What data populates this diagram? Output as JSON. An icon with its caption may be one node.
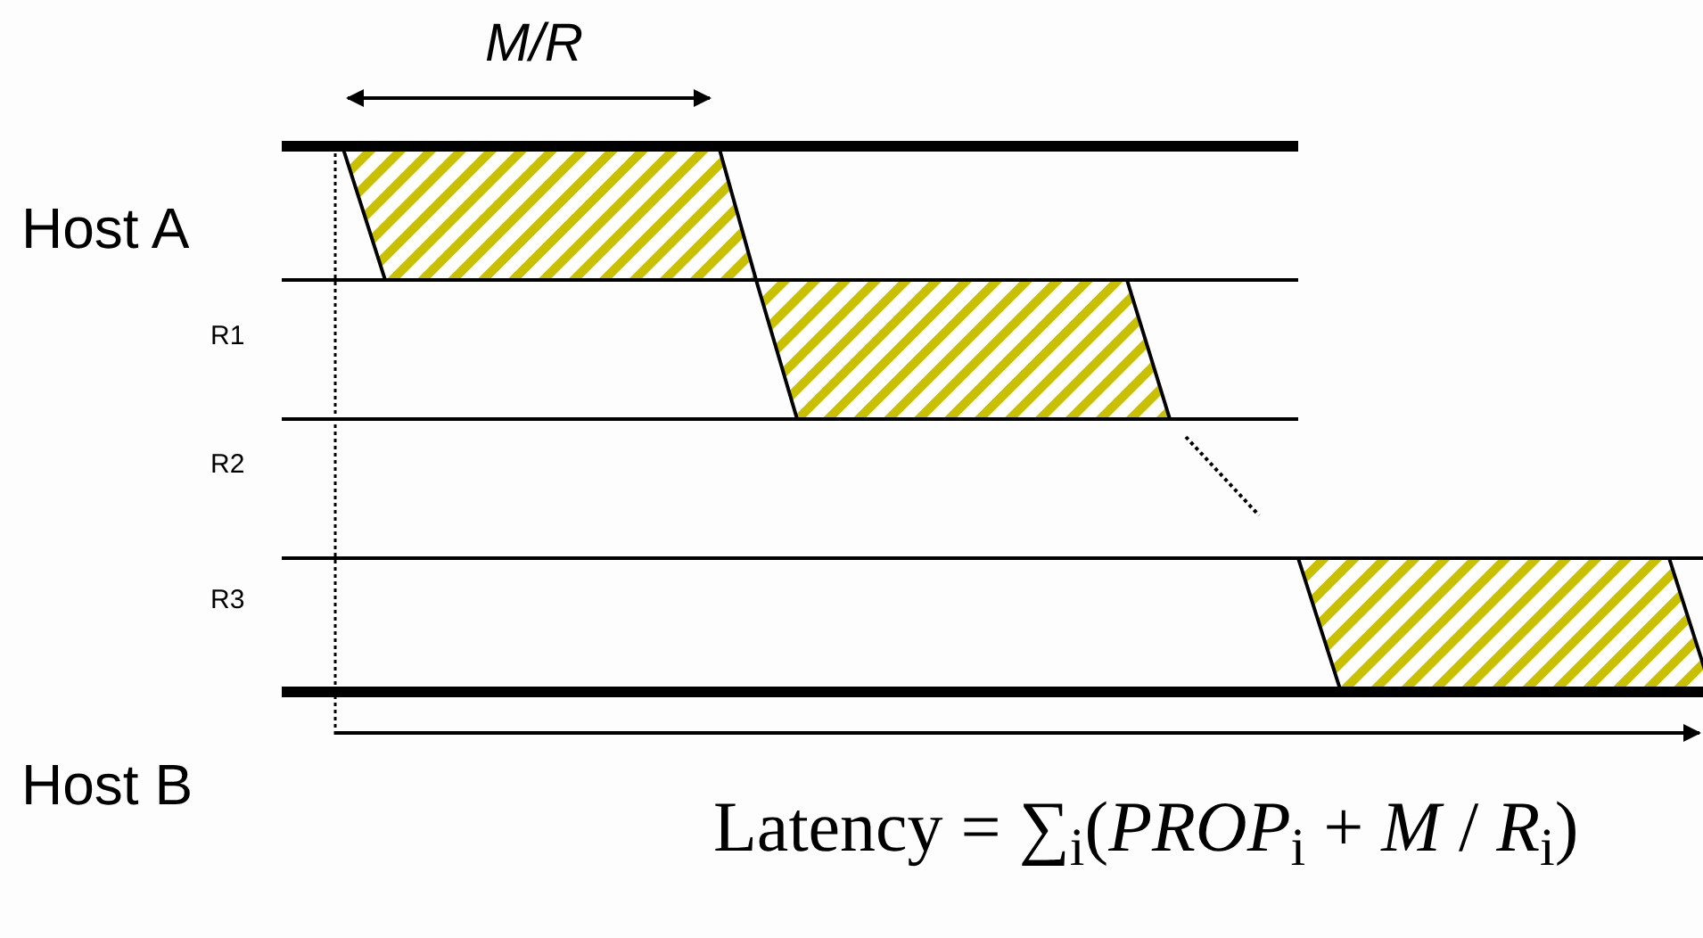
{
  "diagram": {
    "nodes": [
      {
        "text": [],
        "shape": "parallelogram"
      },
      {
        "text": [],
        "shape": "parallelogram"
      },
      {
        "text": [],
        "shape": "parallelogram"
      }
    ],
    "labels": [
      "M/R",
      "Host A",
      "R1",
      "R2",
      "R3",
      "Host B",
      "Latency = ∑$_{i}$(*PROP*$_{i}$ + *M* / *R*$_{i}$)"
    ]
  }
}
